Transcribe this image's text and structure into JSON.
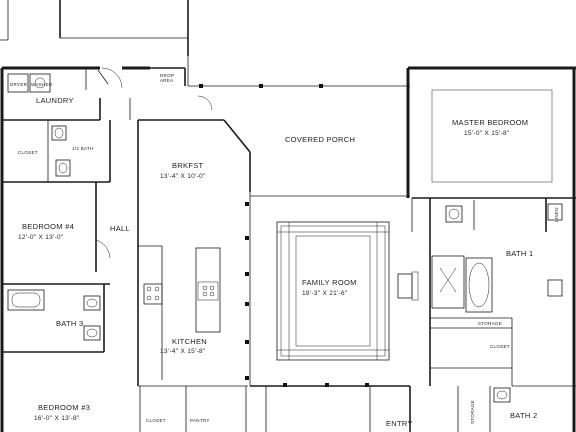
{
  "rooms": {
    "laundry": "LAUNDRY",
    "dryer": "DRYER",
    "washer": "WASHER",
    "drop_area_line1": "DROP",
    "drop_area_line2": "AREA",
    "covered_porch": "COVERED PORCH",
    "master_bedroom": "MASTER BEDROOM",
    "master_bedroom_dim": "15'-0\" X 15'-8\"",
    "closet_left": "CLOSET",
    "half_bath": "1/2 BATH",
    "brkfst": "BRKFST",
    "brkfst_dim": "13'-4\" X 10'-0\"",
    "bedroom4": "BEDROOM #4",
    "bedroom4_dim": "12'-0\" X 13'-0\"",
    "hall": "HALL",
    "family_room": "FAMILY ROOM",
    "family_room_dim": "18'-3\" X 21'-6\"",
    "bath1": "BATH 1",
    "storage_master": "STORAGE",
    "closet_master": "CLOSET",
    "bath3": "BATH 3",
    "kitchen": "KITCHEN",
    "kitchen_dim": "13'-4\" X 15'-8\"",
    "bedroom3": "BEDROOM #3",
    "bedroom3_dim": "16'-0\" X 13'-8\"",
    "closet_bottom": "CLOSET",
    "pantry": "PANTRY",
    "entry": "ENTRY",
    "storage_bottom": "STORAGE",
    "bath2": "BATH 2",
    "linen": "LINEN"
  }
}
